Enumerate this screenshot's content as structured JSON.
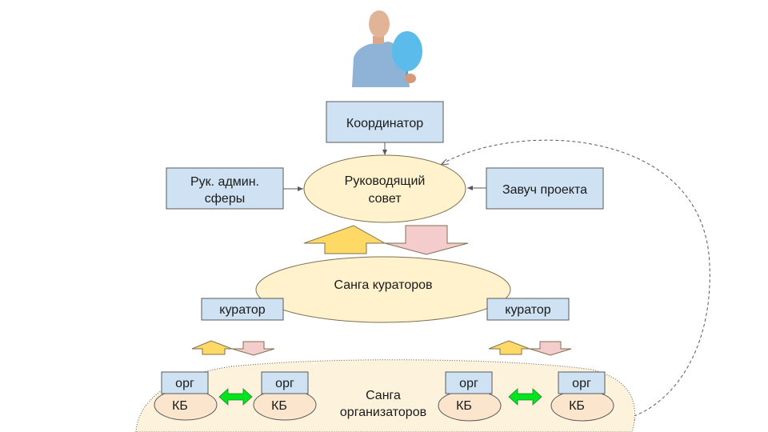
{
  "colors": {
    "box_fill": "#cfe2f3",
    "box_stroke": "#595959",
    "ellipse_fill": "#fff2cc",
    "ellipse_stroke": "#7f6f50",
    "kb_fill": "#fce5cd",
    "arrow_up_fill": "#ffd966",
    "arrow_down_fill": "#f4cccc",
    "double_arrow_fill": "#00e51e",
    "cloud_fill": "#fdf3dc",
    "connector": "#595959"
  },
  "photo": {
    "alt": "person-with-balloon"
  },
  "nodes": {
    "coordinator": "Координатор",
    "admin_head": [
      "Рук. админ.",
      "сферы"
    ],
    "steering_council": [
      "Руководящий",
      "совет"
    ],
    "project_deputy": "Завуч проекта",
    "curators_sangha": "Санга кураторов",
    "curator_left": "куратор",
    "curator_right": "куратор",
    "organizers_sangha": [
      "Санга",
      "организаторов"
    ],
    "org_units": [
      {
        "org": "орг",
        "kb": "КБ"
      },
      {
        "org": "орг",
        "kb": "КБ"
      },
      {
        "org": "орг",
        "kb": "КБ"
      },
      {
        "org": "орг",
        "kb": "КБ"
      }
    ]
  }
}
